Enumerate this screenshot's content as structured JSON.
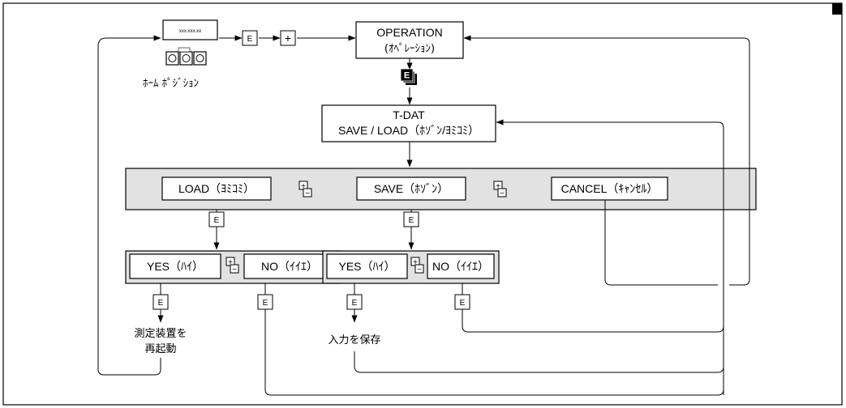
{
  "display": {
    "text": "xxx.xxx.xx"
  },
  "home_position": {
    "label": "ﾎｰﾑ ﾎﾟｼﾞｼｮﾝ"
  },
  "keys": {
    "enter": "E",
    "plus": "+",
    "minus": "−"
  },
  "operation": {
    "line1": "OPERATION",
    "line2": "(ｵﾍﾟﾚｰｼｮﾝ)"
  },
  "tdat": {
    "line1": "T-DAT",
    "line2": "SAVE / LOAD（ﾎｿﾞﾝ/ﾖﾐｺﾐ）"
  },
  "options": {
    "load": "LOAD（ﾖﾐｺﾐ）",
    "save": "SAVE（ﾎｿﾞﾝ）",
    "cancel": "CANCEL（ｷｬﾝｾﾙ）"
  },
  "confirm_load": {
    "yes": "YES（ﾊｲ）",
    "no": "NO（ｲｲｴ）"
  },
  "confirm_save": {
    "yes": "YES（ﾊｲ）",
    "no": "NO（ｲｲｴ）"
  },
  "results": {
    "restart_line1": "測定装置を",
    "restart_line2": "再起動",
    "saved": "入力を保存"
  }
}
